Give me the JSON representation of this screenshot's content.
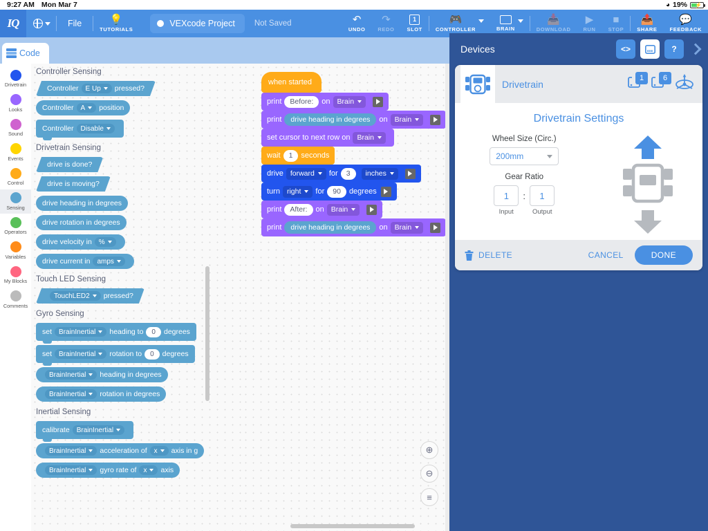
{
  "statusbar": {
    "time": "9:27 AM",
    "date": "Mon Mar 7",
    "battery": "19%",
    "wifi_icon": "wifi-icon"
  },
  "toolbar": {
    "logo": "IQ",
    "language_icon": "globe-icon",
    "file_label": "File",
    "tutorials_label": "TUTORIALS",
    "tutorials_icon": "lightbulb-icon",
    "undo_label": "UNDO",
    "redo_label": "REDO",
    "slot_label": "SLOT",
    "slot_number": "1",
    "project_name": "VEXcode Project",
    "save_status": "Not Saved",
    "controller_label": "CONTROLLER",
    "brain_label": "BRAIN",
    "download_label": "DOWNLOAD",
    "run_label": "RUN",
    "stop_label": "STOP",
    "share_label": "SHARE",
    "feedback_label": "FEEDBACK"
  },
  "code_tab": {
    "label": "Code"
  },
  "categories": [
    {
      "name": "Drivetrain",
      "color": "#2255ee",
      "selected": false
    },
    {
      "name": "Looks",
      "color": "#9966ff",
      "selected": false
    },
    {
      "name": "Sound",
      "color": "#cf63cf",
      "selected": false
    },
    {
      "name": "Events",
      "color": "#ffd500",
      "selected": false
    },
    {
      "name": "Control",
      "color": "#ffab19",
      "selected": false
    },
    {
      "name": "Sensing",
      "color": "#5ba4cf",
      "selected": true
    },
    {
      "name": "Operators",
      "color": "#59c059",
      "selected": false
    },
    {
      "name": "Variables",
      "color": "#ff8c1a",
      "selected": false
    },
    {
      "name": "My Blocks",
      "color": "#ff6680",
      "selected": false
    },
    {
      "name": "Comments",
      "color": "#bbbbbb",
      "selected": false
    }
  ],
  "palette": {
    "sections": [
      {
        "heading": "Controller Sensing",
        "blocks": [
          {
            "shape": "bool",
            "parts": [
              {
                "t": "text",
                "v": "Controller"
              },
              {
                "t": "field",
                "v": "E Up"
              },
              {
                "t": "text",
                "v": "pressed?"
              }
            ]
          },
          {
            "shape": "rep",
            "parts": [
              {
                "t": "text",
                "v": "Controller"
              },
              {
                "t": "field",
                "v": "A"
              },
              {
                "t": "text",
                "v": "position"
              }
            ]
          },
          {
            "shape": "stack",
            "parts": [
              {
                "t": "text",
                "v": "Controller"
              },
              {
                "t": "field",
                "v": "Disable"
              }
            ]
          }
        ]
      },
      {
        "heading": "Drivetrain Sensing",
        "blocks": [
          {
            "shape": "bool",
            "parts": [
              {
                "t": "text",
                "v": "drive is done?"
              }
            ]
          },
          {
            "shape": "bool",
            "parts": [
              {
                "t": "text",
                "v": "drive is moving?"
              }
            ]
          },
          {
            "shape": "rep",
            "parts": [
              {
                "t": "text",
                "v": "drive heading in degrees"
              }
            ]
          },
          {
            "shape": "rep",
            "parts": [
              {
                "t": "text",
                "v": "drive rotation in degrees"
              }
            ]
          },
          {
            "shape": "rep",
            "parts": [
              {
                "t": "text",
                "v": "drive velocity in"
              },
              {
                "t": "field",
                "v": "%"
              }
            ]
          },
          {
            "shape": "rep",
            "parts": [
              {
                "t": "text",
                "v": "drive current in"
              },
              {
                "t": "field",
                "v": "amps"
              }
            ]
          }
        ]
      },
      {
        "heading": "Touch LED Sensing",
        "blocks": [
          {
            "shape": "bool",
            "parts": [
              {
                "t": "field",
                "v": "TouchLED2"
              },
              {
                "t": "text",
                "v": "pressed?"
              }
            ]
          }
        ]
      },
      {
        "heading": "Gyro Sensing",
        "blocks": [
          {
            "shape": "stack",
            "parts": [
              {
                "t": "text",
                "v": "set"
              },
              {
                "t": "field",
                "v": "BrainInertial"
              },
              {
                "t": "text",
                "v": "heading to"
              },
              {
                "t": "oval",
                "v": "0"
              },
              {
                "t": "text",
                "v": "degrees"
              }
            ]
          },
          {
            "shape": "stack",
            "parts": [
              {
                "t": "text",
                "v": "set"
              },
              {
                "t": "field",
                "v": "BrainInertial"
              },
              {
                "t": "text",
                "v": "rotation to"
              },
              {
                "t": "oval",
                "v": "0"
              },
              {
                "t": "text",
                "v": "degrees"
              }
            ]
          },
          {
            "shape": "rep",
            "parts": [
              {
                "t": "field",
                "v": "BrainInertial"
              },
              {
                "t": "text",
                "v": "heading in degrees"
              }
            ]
          },
          {
            "shape": "rep",
            "parts": [
              {
                "t": "field",
                "v": "BrainInertial"
              },
              {
                "t": "text",
                "v": "rotation in degrees"
              }
            ]
          }
        ]
      },
      {
        "heading": "Inertial Sensing",
        "blocks": [
          {
            "shape": "stack",
            "parts": [
              {
                "t": "text",
                "v": "calibrate"
              },
              {
                "t": "field",
                "v": "BrainInertial"
              }
            ]
          },
          {
            "shape": "rep",
            "parts": [
              {
                "t": "field",
                "v": "BrainInertial"
              },
              {
                "t": "text",
                "v": "acceleration of"
              },
              {
                "t": "field",
                "v": "x"
              },
              {
                "t": "text",
                "v": "axis in g"
              }
            ]
          },
          {
            "shape": "rep",
            "parts": [
              {
                "t": "field",
                "v": "BrainInertial"
              },
              {
                "t": "text",
                "v": "gyro rate of"
              },
              {
                "t": "field",
                "v": "x"
              },
              {
                "t": "text",
                "v": "axis"
              }
            ]
          }
        ]
      }
    ]
  },
  "workspace": {
    "script": [
      {
        "kind": "hat",
        "parts": [
          {
            "t": "text",
            "v": "when started"
          }
        ]
      },
      {
        "kind": "look",
        "parts": [
          {
            "t": "text",
            "v": "print"
          },
          {
            "t": "oval",
            "v": "Before:"
          },
          {
            "t": "text",
            "v": "on"
          },
          {
            "t": "field",
            "v": "Brain"
          },
          {
            "t": "arrow",
            "v": "expand-arrow-icon"
          }
        ]
      },
      {
        "kind": "look",
        "parts": [
          {
            "t": "text",
            "v": "print"
          },
          {
            "t": "report",
            "v": "drive heading in degrees"
          },
          {
            "t": "text",
            "v": "on"
          },
          {
            "t": "field",
            "v": "Brain"
          },
          {
            "t": "arrow",
            "v": "expand-arrow-icon"
          }
        ]
      },
      {
        "kind": "look",
        "parts": [
          {
            "t": "text",
            "v": "set cursor to next row on"
          },
          {
            "t": "field",
            "v": "Brain"
          }
        ]
      },
      {
        "kind": "ctrl",
        "parts": [
          {
            "t": "text",
            "v": "wait"
          },
          {
            "t": "oval",
            "v": "1"
          },
          {
            "t": "text",
            "v": "seconds"
          }
        ]
      },
      {
        "kind": "drv",
        "parts": [
          {
            "t": "text",
            "v": "drive"
          },
          {
            "t": "field",
            "v": "forward"
          },
          {
            "t": "text",
            "v": "for"
          },
          {
            "t": "oval",
            "v": "3"
          },
          {
            "t": "field",
            "v": "inches"
          },
          {
            "t": "arrow",
            "v": "expand-arrow-icon"
          }
        ]
      },
      {
        "kind": "drv",
        "parts": [
          {
            "t": "text",
            "v": "turn"
          },
          {
            "t": "field",
            "v": "right"
          },
          {
            "t": "text",
            "v": "for"
          },
          {
            "t": "oval",
            "v": "90"
          },
          {
            "t": "text",
            "v": "degrees"
          },
          {
            "t": "arrow",
            "v": "expand-arrow-icon"
          }
        ]
      },
      {
        "kind": "look",
        "parts": [
          {
            "t": "text",
            "v": "print"
          },
          {
            "t": "oval",
            "v": "After:"
          },
          {
            "t": "text",
            "v": "on"
          },
          {
            "t": "field",
            "v": "Brain"
          },
          {
            "t": "arrow",
            "v": "expand-arrow-icon"
          }
        ]
      },
      {
        "kind": "look",
        "parts": [
          {
            "t": "text",
            "v": "print"
          },
          {
            "t": "report",
            "v": "drive heading in degrees"
          },
          {
            "t": "text",
            "v": "on"
          },
          {
            "t": "field",
            "v": "Brain"
          },
          {
            "t": "arrow",
            "v": "expand-arrow-icon"
          }
        ]
      }
    ],
    "zoom_in_icon": "zoom-in-icon",
    "zoom_out_icon": "zoom-out-icon",
    "zoom_reset_icon": "zoom-reset-icon"
  },
  "devices": {
    "title": "Devices",
    "code_view_icon": "code-view-icon",
    "device_view_icon": "device-view-icon",
    "help_icon": "help-icon",
    "collapse_icon": "chevron-right-icon",
    "card": {
      "device_icon": "drivetrain-icon",
      "name": "Drivetrain",
      "left_port": "1",
      "right_port": "6",
      "gyro_icon": "gyro-icon",
      "settings_title": "Drivetrain Settings",
      "wheel_size_label": "Wheel Size (Circ.)",
      "wheel_size_value": "200mm",
      "gear_ratio_label": "Gear Ratio",
      "gear_input": "1",
      "gear_output": "1",
      "gear_input_label": "Input",
      "gear_output_label": "Output",
      "robot_icon": "robot-top-view-icon",
      "up_arrow_icon": "arrow-up-icon",
      "down_arrow_icon": "arrow-down-icon",
      "delete_label": "DELETE",
      "delete_icon": "trash-icon",
      "cancel_label": "CANCEL",
      "done_label": "DONE"
    }
  },
  "colors": {
    "brand_blue": "#4a90e2",
    "panel_blue": "#2f5597",
    "sensing": "#5ba4cf",
    "looks": "#9966ff",
    "control": "#ffab19",
    "drivetrain": "#2255ee"
  }
}
